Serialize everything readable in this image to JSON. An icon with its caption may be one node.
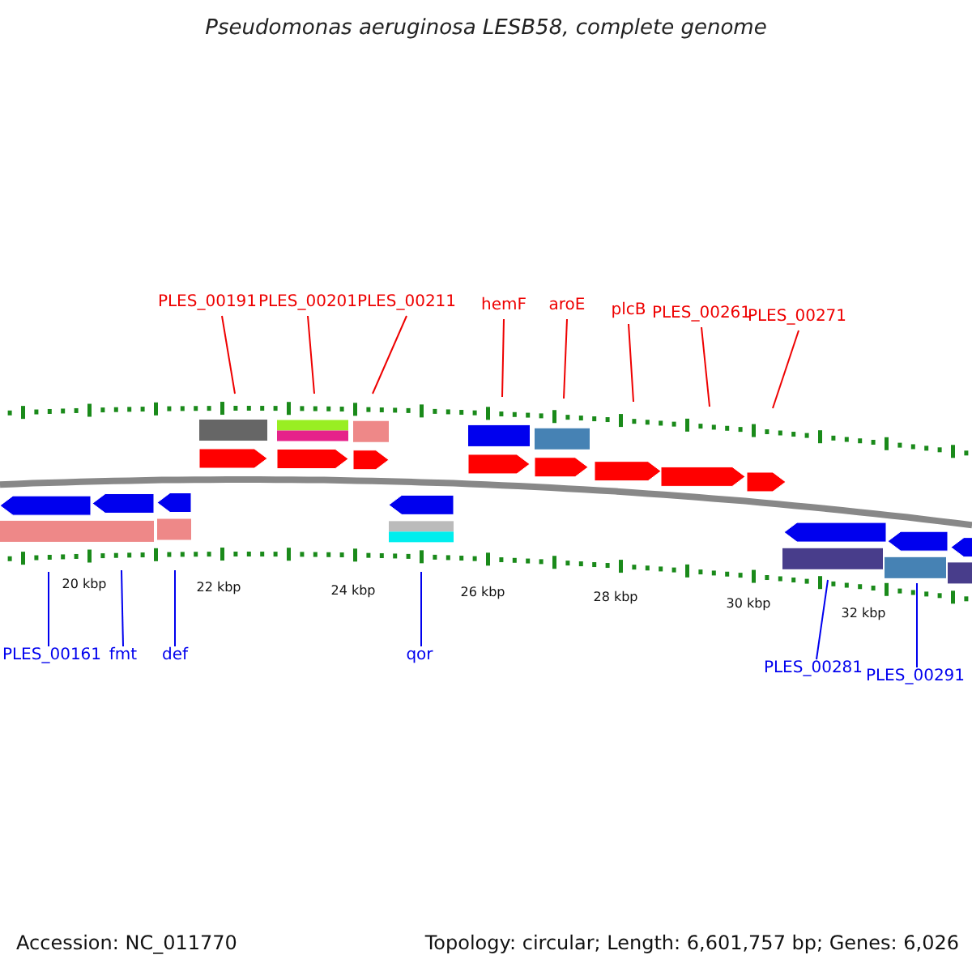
{
  "diagram": {
    "title": "Pseudomonas aeruginosa LESB58, complete genome",
    "nodes": [
      {
        "text": [
          "PLES_00191"
        ]
      },
      {
        "text": [
          "PLES_00201"
        ]
      },
      {
        "text": [
          "PLES_00211"
        ]
      },
      {
        "text": [
          "hemF"
        ]
      },
      {
        "text": [
          "aroE"
        ]
      },
      {
        "text": [
          "plcB"
        ]
      },
      {
        "text": [
          "PLES_00261"
        ]
      },
      {
        "text": [
          "PLES_00271"
        ]
      },
      {
        "text": [
          "PLES_00161"
        ]
      },
      {
        "text": [
          "fmt"
        ]
      },
      {
        "text": [
          "def"
        ]
      },
      {
        "text": [
          "qor"
        ]
      },
      {
        "text": [
          "PLES_00281"
        ]
      },
      {
        "text": [
          "PLES_00291"
        ]
      }
    ],
    "edges": [
      {
        "from": 0,
        "to": null,
        "arrow": "none"
      },
      {
        "from": 1,
        "to": null,
        "arrow": "none"
      },
      {
        "from": 2,
        "to": null,
        "arrow": "none"
      },
      {
        "from": 3,
        "to": null,
        "arrow": "none"
      },
      {
        "from": 4,
        "to": null,
        "arrow": "none"
      },
      {
        "from": 5,
        "to": null,
        "arrow": "none"
      },
      {
        "from": 6,
        "to": null,
        "arrow": "none"
      },
      {
        "from": 7,
        "to": null,
        "arrow": "none"
      },
      {
        "from": 8,
        "to": null,
        "arrow": "none",
        "color": "#0000ee"
      },
      {
        "from": 9,
        "to": null,
        "arrow": "none",
        "color": "#0000ee"
      },
      {
        "from": 10,
        "to": null,
        "arrow": "none",
        "color": "#0000ee"
      },
      {
        "from": 11,
        "to": null,
        "arrow": "none",
        "color": "#0000ee"
      },
      {
        "from": 12,
        "to": null,
        "arrow": "none",
        "color": "#0000ee"
      },
      {
        "from": 13,
        "to": null,
        "arrow": "none",
        "color": "#0000ee"
      }
    ],
    "labels": [
      "20 kbp",
      "22 kbp",
      "24 kbp",
      "26 kbp",
      "28 kbp",
      "30 kbp",
      "32 kbp",
      "Accession: NC_011770",
      "Topology: circular; Length: 6,601,757 bp; Genes: 6,026"
    ]
  }
}
